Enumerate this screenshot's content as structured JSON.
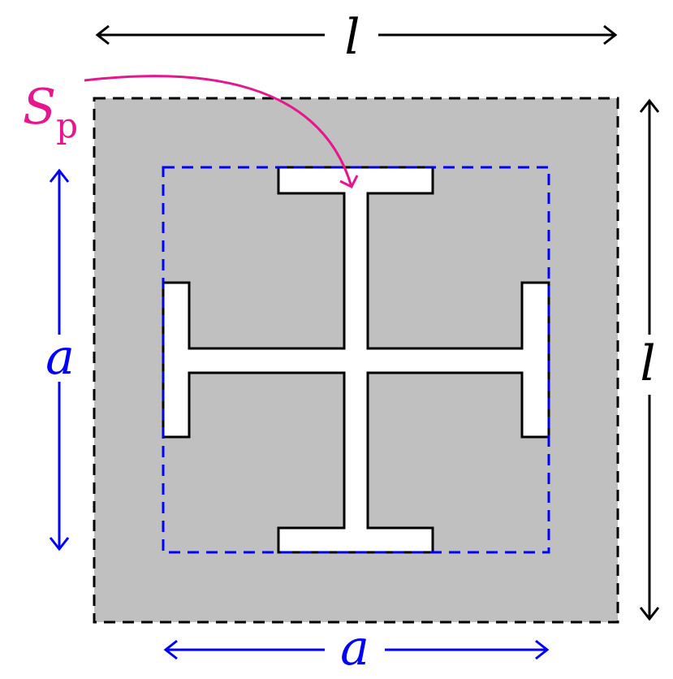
{
  "labels": {
    "top_dimension": "l",
    "right_dimension": "l",
    "left_dimension": "a",
    "bottom_dimension": "a",
    "pointer_symbol": "S",
    "pointer_subscript": "p"
  },
  "colors": {
    "background": "#ffffff",
    "outer_square_fill": "#c0c0c0",
    "outer_border": "#000000",
    "inner_square": "#0000ff",
    "cross_fill": "#ffffff",
    "cross_outline": "#000000",
    "black_arrows": "#000000",
    "blue_arrows": "#0000ff",
    "pointer": "#e6168e"
  },
  "icons": {
    "arrowheads": "open-chevron-arrow",
    "pointer_arrow": "curved-arrow"
  }
}
